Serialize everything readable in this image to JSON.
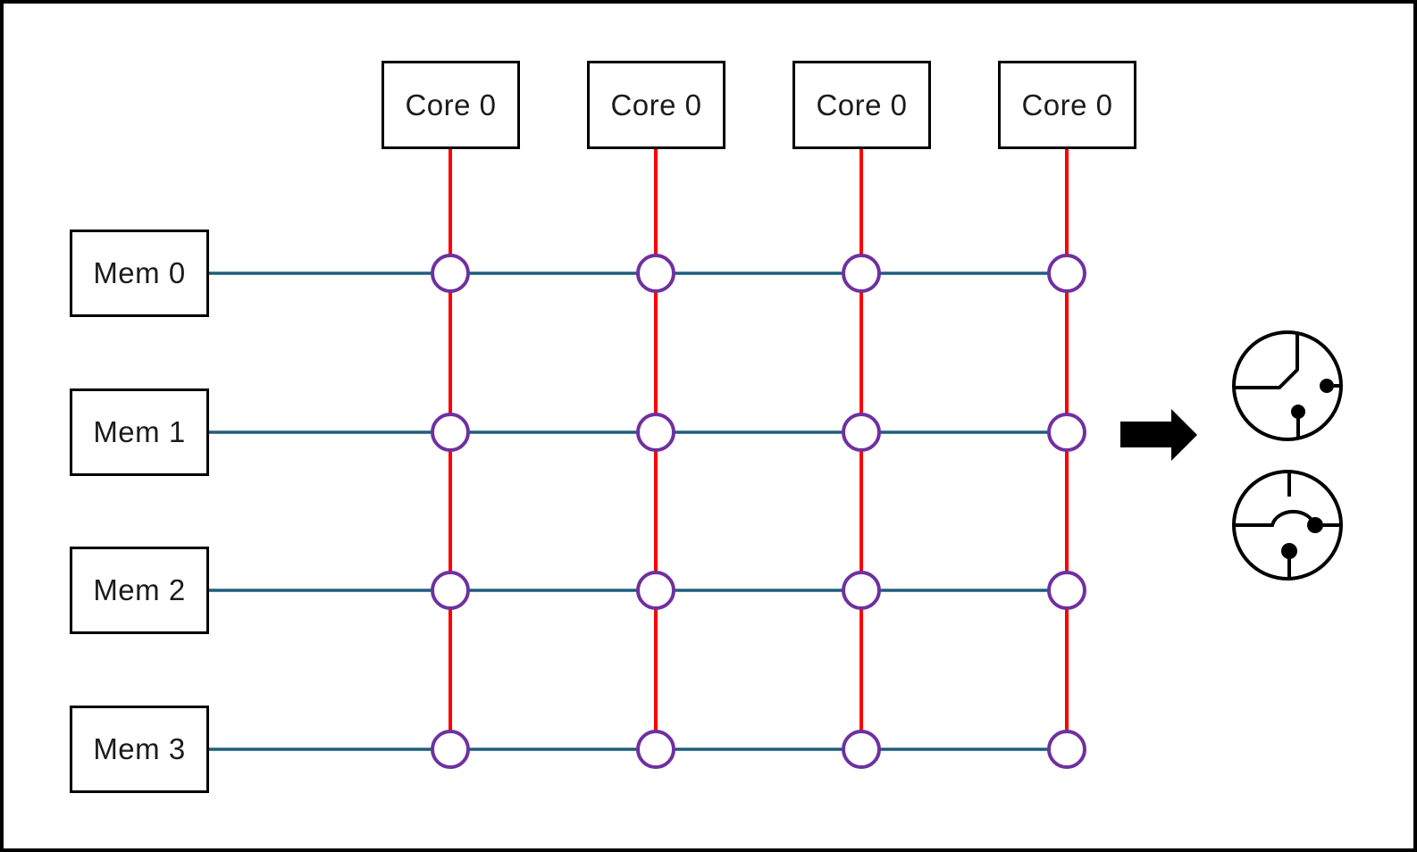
{
  "diagram": {
    "core_boxes": [
      {
        "label": "Core 0"
      },
      {
        "label": "Core 0"
      },
      {
        "label": "Core 0"
      },
      {
        "label": "Core 0"
      }
    ],
    "mem_boxes": [
      {
        "label": "Mem 0"
      },
      {
        "label": "Mem 1"
      },
      {
        "label": "Mem 2"
      },
      {
        "label": "Mem 3"
      }
    ],
    "grid": {
      "rows": 4,
      "columns": 4,
      "crosspoints": 16
    },
    "colors": {
      "core_line": "#FF0000",
      "mem_line": "#1F5D7B",
      "crosspoint": "#7030A0",
      "legend_ink": "#000000"
    },
    "icons": {
      "arrow": "right-arrow-icon",
      "switch_connected": "crosspoint-connected-icon",
      "switch_bypass": "crosspoint-bypass-icon"
    }
  }
}
